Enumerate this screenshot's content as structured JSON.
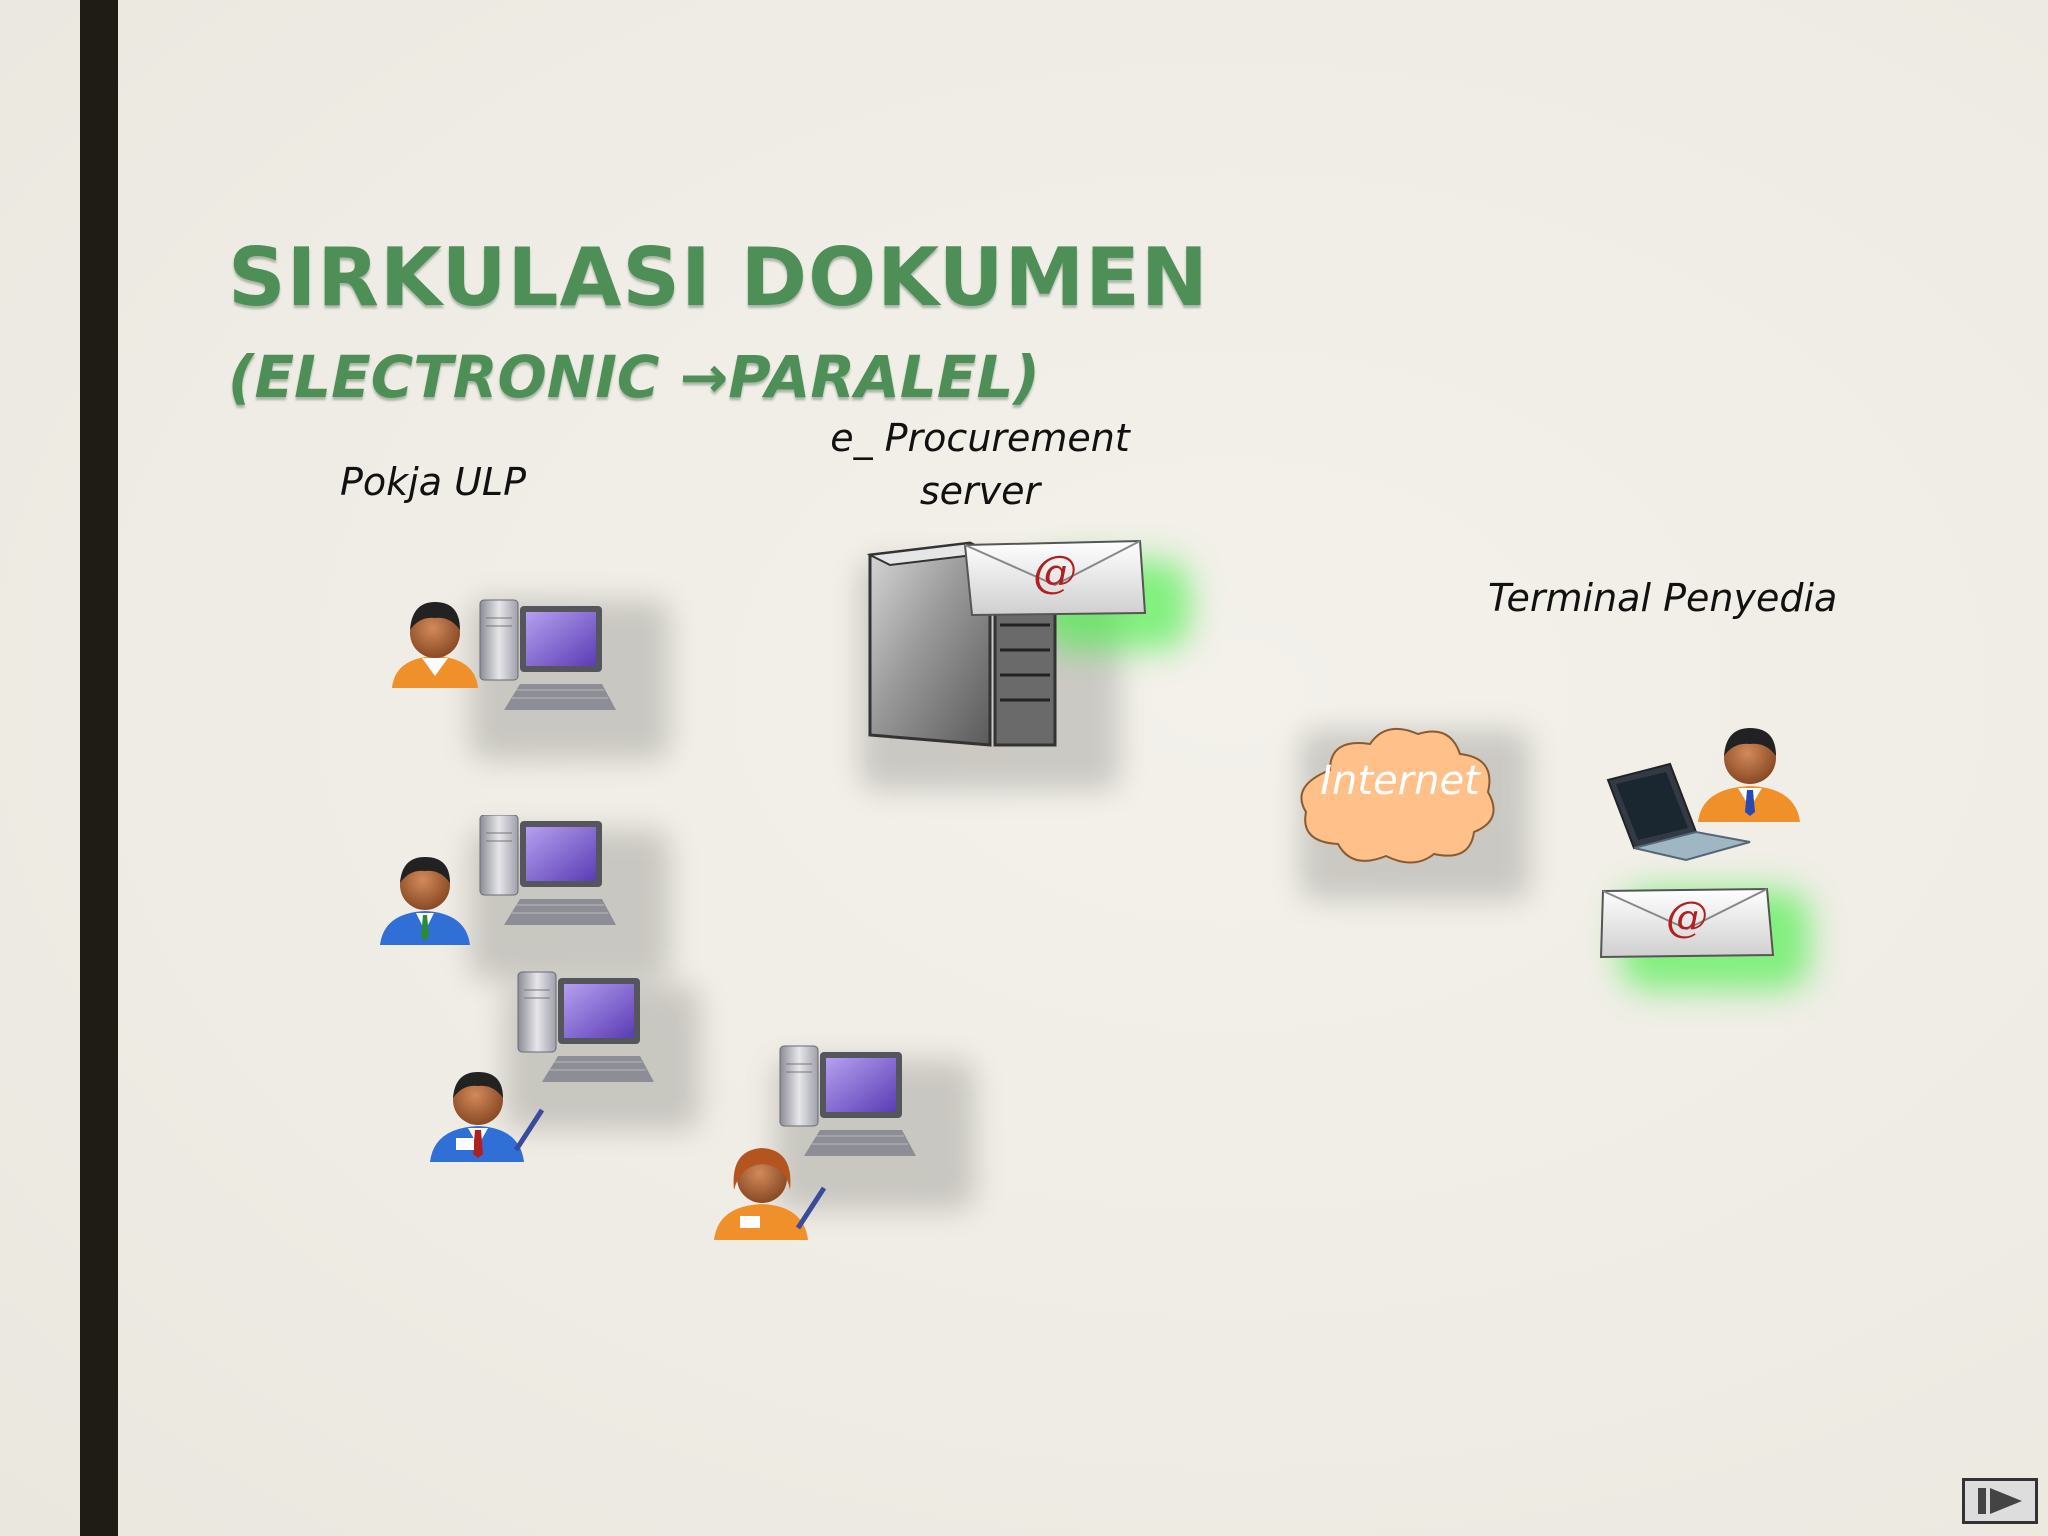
{
  "slide": {
    "title": "SIRKULASI DOKUMEN",
    "subtitle": "(ELECTRONIC  →PARALEL)"
  },
  "diagram": {
    "pokja_label": "Pokja ULP",
    "server_label_line1": "e_ Procurement",
    "server_label_line2": "server",
    "terminal_label": "Terminal Penyedia",
    "cloud_label": "Internet"
  },
  "icons": [
    "person-icon",
    "computer-icon",
    "server-icon",
    "envelope-icon",
    "cloud-icon",
    "laptop-icon"
  ],
  "colors": {
    "title_green": "#4e8f57",
    "left_bar": "#1e1c14",
    "cloud_fill": "#ffc08a",
    "glow_green": "#46f046"
  }
}
